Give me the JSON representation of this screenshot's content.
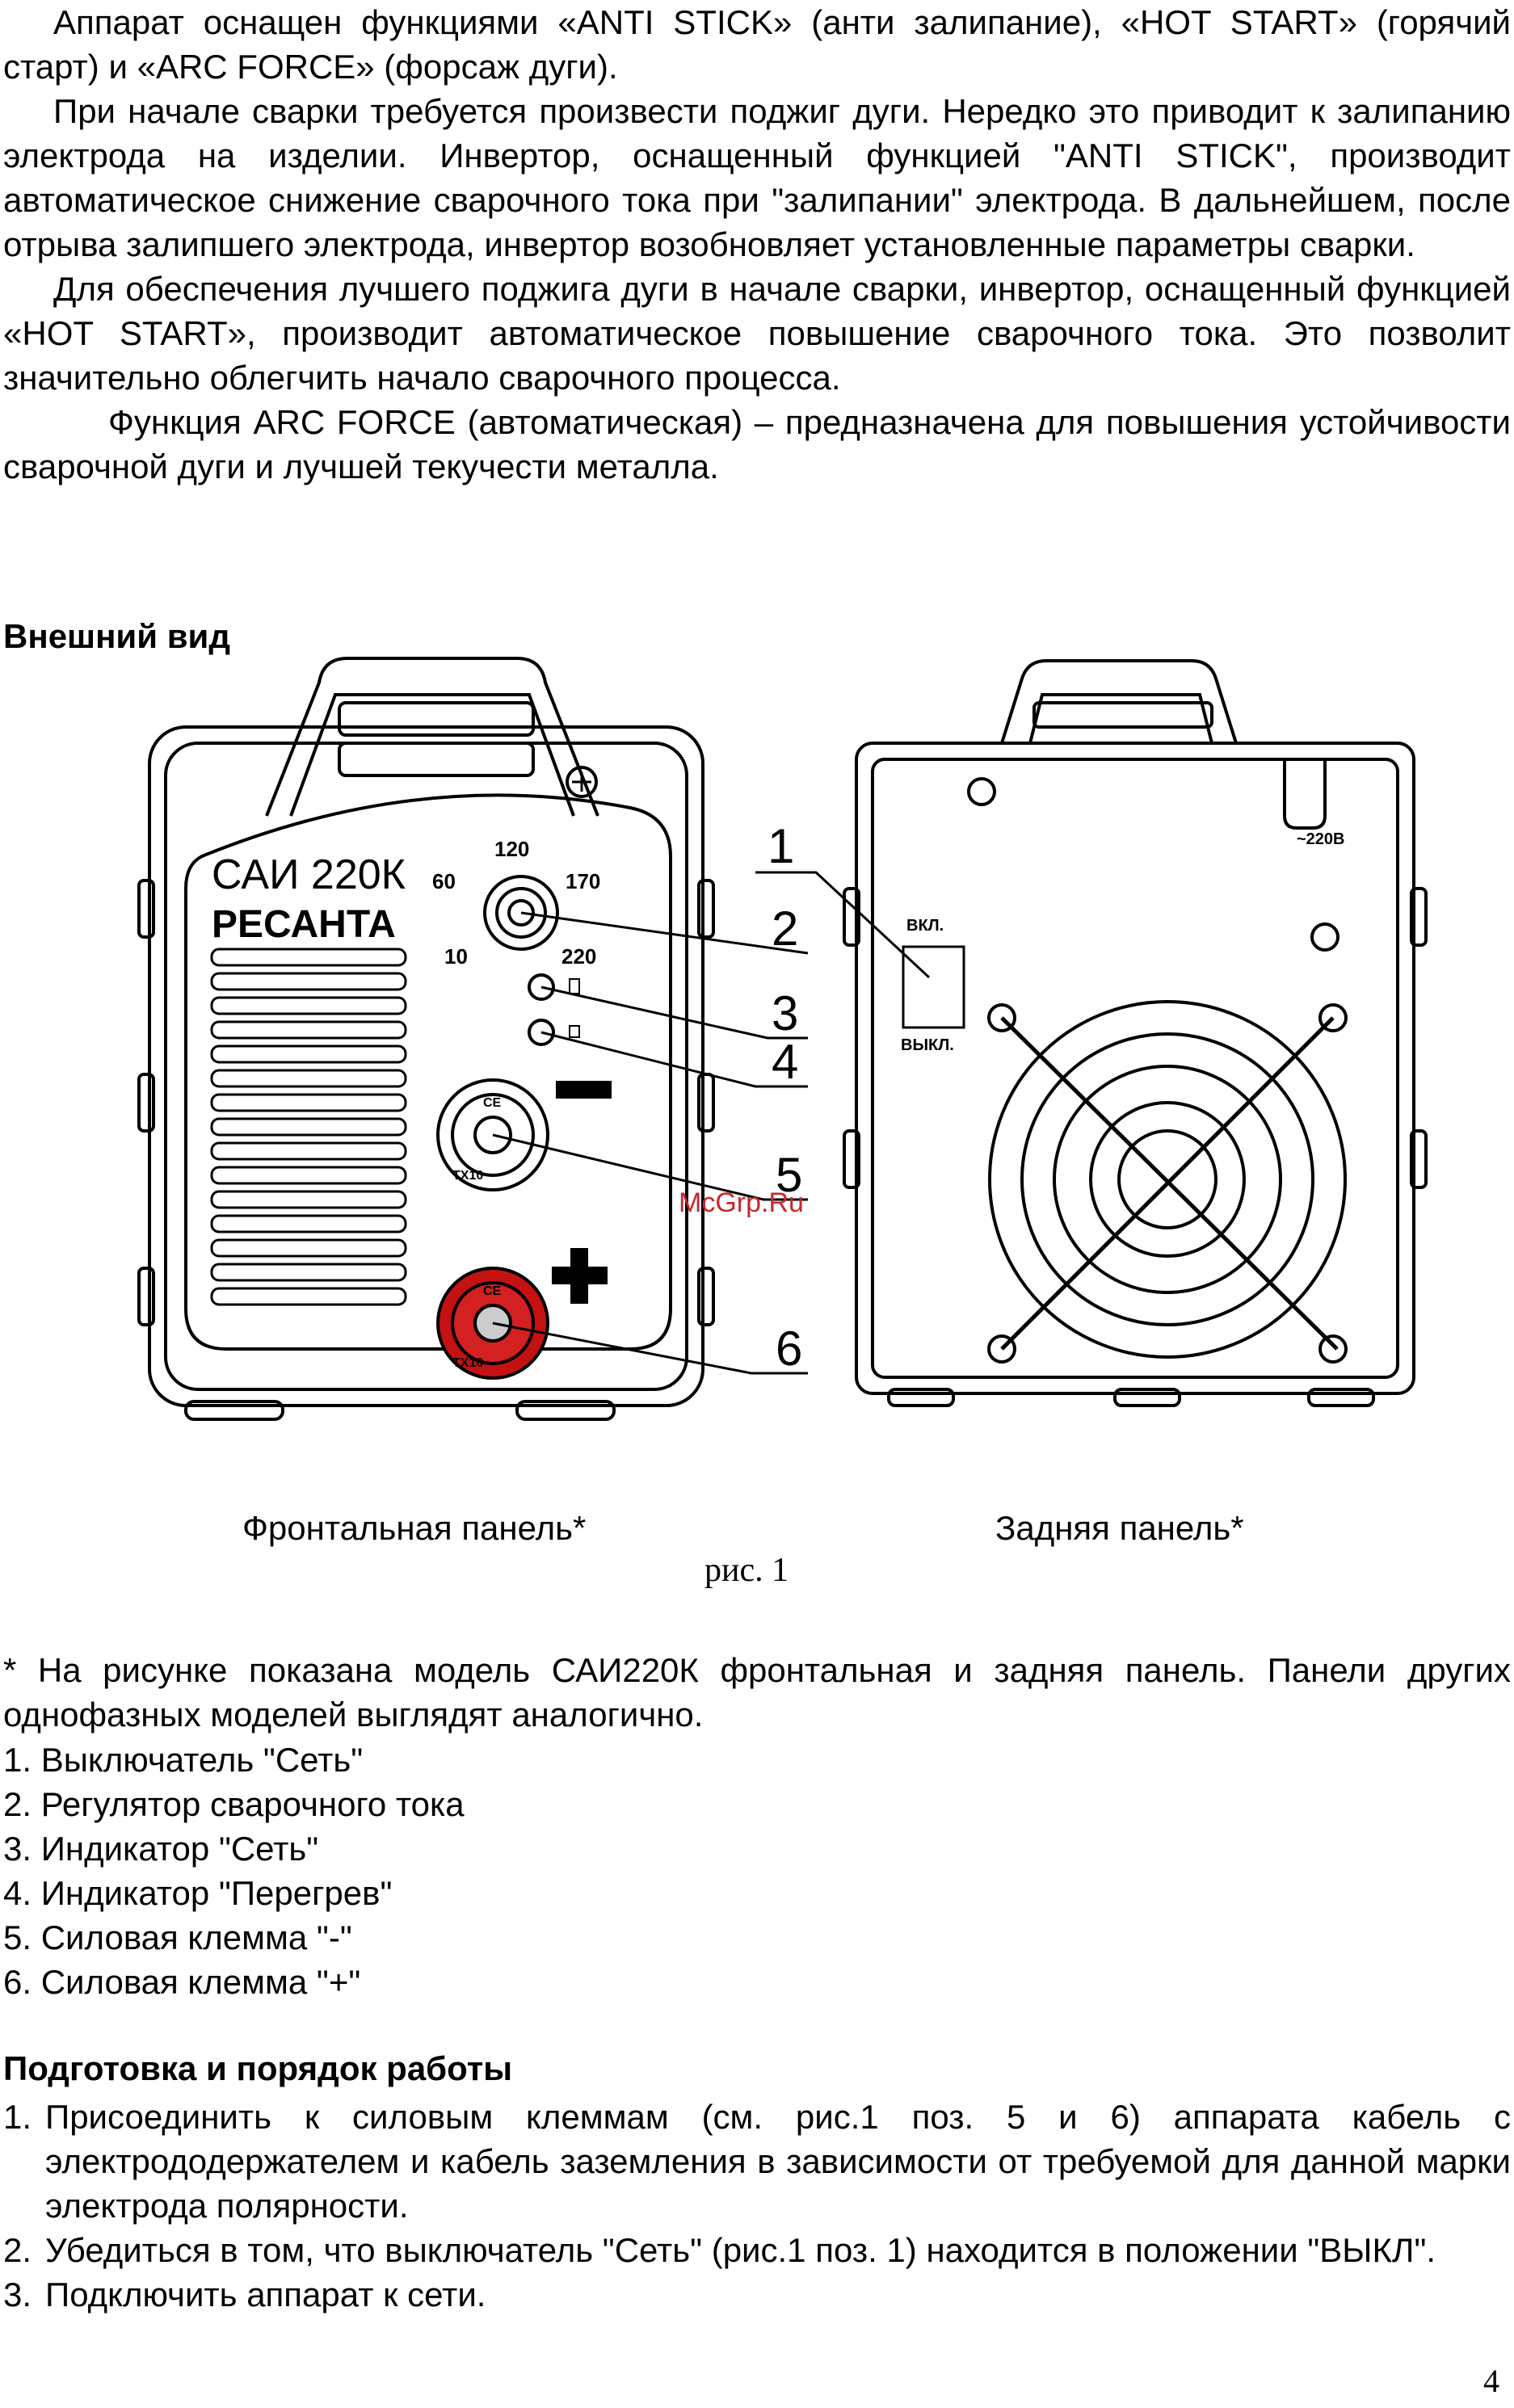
{
  "intro": {
    "p1": "Аппарат оснащен функциями «ANTI STICK» (анти залипание), «HOT START» (горячий старт) и «ARC FORCE» (форсаж дуги).",
    "p2": "При начале сварки требуется произвести поджиг дуги. Нередко это приводит к залипанию электрода на изделии. Инвертор, оснащенный функцией \"ANTI STICK\", производит автоматическое снижение сварочного тока при \"залипании\" электрода. В дальнейшем, после отрыва залипшего электрода, инвертор возобновляет установленные параметры сварки.",
    "p3": "Для обеспечения лучшего поджига дуги в начале сварки, инвертор, оснащенный функцией «HOT START», производит автоматическое повышение сварочного тока. Это позволит значительно облегчить начало сварочного процесса.",
    "p4": "Функция ARC FORCE (автоматическая) – предназначена для повышения устойчивости сварочной дуги и лучшей текучести металла."
  },
  "appearance_heading": "Внешний вид",
  "figure": {
    "model": "САИ 220К",
    "brand": "РЕСАНТА",
    "dial_marks": [
      "60",
      "120",
      "170",
      "10",
      "220"
    ],
    "switch_on": "ВКЛ.",
    "switch_off": "ВЫКЛ.",
    "voltage": "~220В",
    "terminal_mark": "TX10",
    "ce_mark": "CE",
    "callouts": [
      "1",
      "2",
      "3",
      "4",
      "5",
      "6"
    ],
    "watermark": "McGrp.Ru",
    "caption_front": "Фронтальная панель*",
    "caption_rear": "Задняя панель*",
    "fig_label": "рис. 1"
  },
  "note": "* На рисунке показана модель САИ220К фронтальная и задняя панель. Панели других однофазных моделей выглядят аналогично.",
  "parts": [
    "1. Выключатель \"Сеть\"",
    "2. Регулятор сварочного тока",
    "3. Индикатор \"Сеть\"",
    "4. Индикатор \"Перегрев\"",
    "5. Силовая клемма \"-\"",
    "6. Силовая клемма \"+\""
  ],
  "prep_heading": "Подготовка и порядок работы",
  "steps": [
    {
      "n": "1.",
      "t": "Присоединить к силовым клеммам (см. рис.1 поз. 5 и 6) аппарата кабель с электрододержателем и кабель заземления в зависимости от требуемой для данной марки электрода полярности."
    },
    {
      "n": "2.",
      "t": "Убедиться в том, что выключатель \"Сеть\" (рис.1 поз. 1) находится в положении \"ВЫКЛ\"."
    },
    {
      "n": "3.",
      "t": "Подключить аппарат к сети."
    }
  ],
  "page_number": "4"
}
